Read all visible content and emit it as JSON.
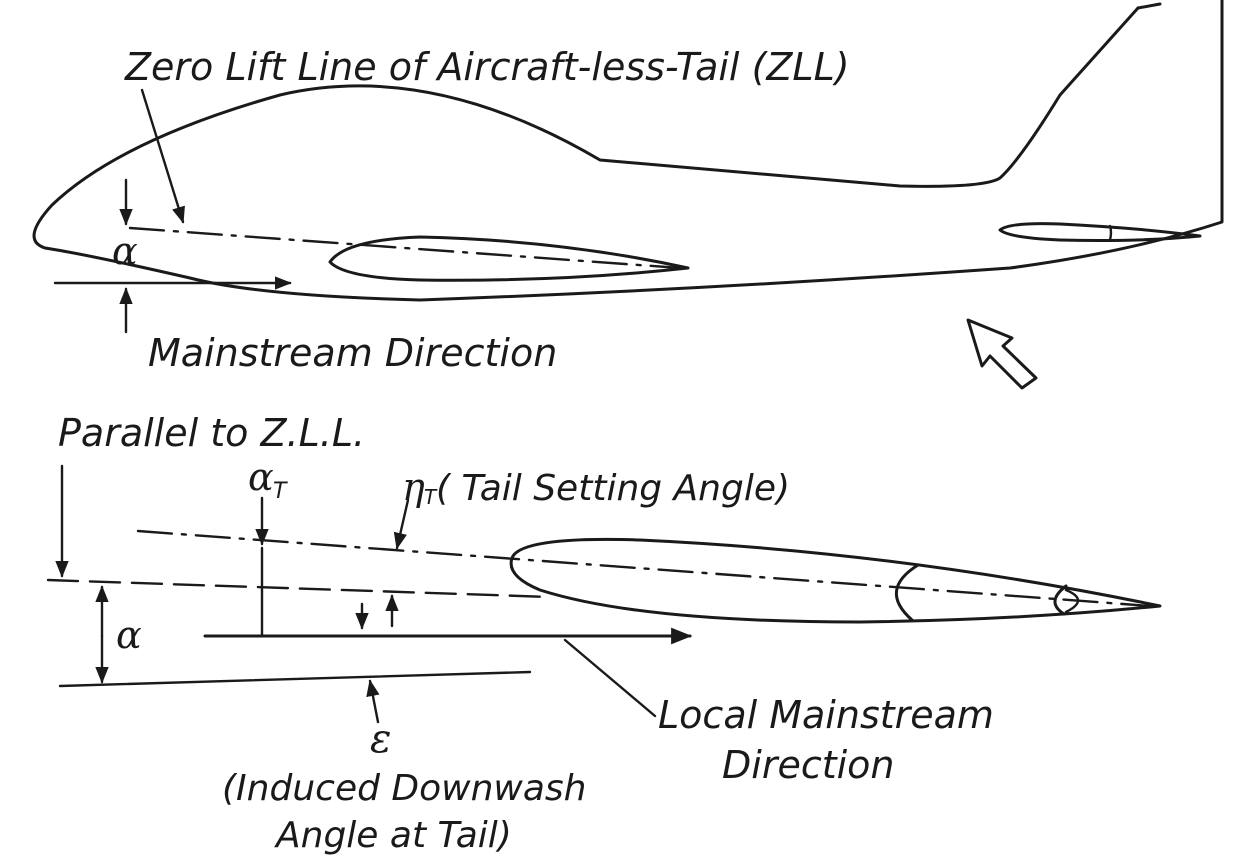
{
  "labels": {
    "zll": "Zero Lift Line of Aircraft-less-Tail (ZLL)",
    "alpha_top": "α",
    "mainstream_direction": "Mainstream Direction",
    "parallel_to_zll": "Parallel to Z.L.L.",
    "alpha_t": "α",
    "alpha_t_sub": "T",
    "eta_t": "η",
    "eta_t_sub": "T",
    "tail_setting_angle": "( Tail Setting Angle)",
    "alpha_bottom": "α",
    "epsilon": "ε",
    "induced_line1": "(Induced Downwash",
    "induced_line2": "Angle at Tail)",
    "local_line1": "Local Mainstream",
    "local_line2": "Direction"
  }
}
